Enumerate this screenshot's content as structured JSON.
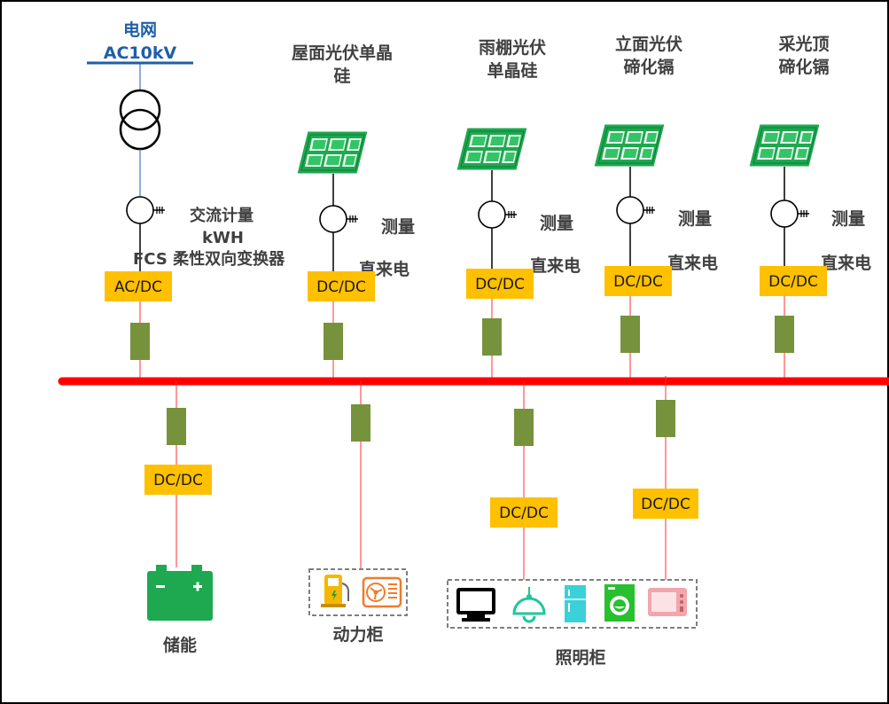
{
  "grid": {
    "title": "电网",
    "voltage": "AC10kV"
  },
  "sources": [
    {
      "name_line1": "屋面光伏单晶",
      "name_line2": "硅",
      "meter": "测量",
      "dc": "直来电",
      "converter": "DC/DC"
    },
    {
      "name_line1": "雨棚光伏",
      "name_line2": "单晶硅",
      "meter": "测量",
      "dc": "直来电",
      "converter": "DC/DC"
    },
    {
      "name_line1": "立面光伏",
      "name_line2": "碲化镉",
      "meter": "测量",
      "dc": "直来电",
      "converter": "DC/DC"
    },
    {
      "name_line1": "采光顶",
      "name_line2": "碲化镉",
      "meter": "测量",
      "dc": "直来电",
      "converter": "DC/DC"
    }
  ],
  "grid_branch": {
    "meter_line1": "交流计量",
    "meter_line2": "kWH",
    "fcs": "FCS 柔性双向变换器",
    "converter": "AC/DC"
  },
  "loads": {
    "storage": {
      "converter": "DC/DC",
      "label": "储能"
    },
    "power": {
      "label": "动力柜"
    },
    "lighting": {
      "converter1": "DC/DC",
      "converter2": "DC/DC",
      "label": "照明柜"
    }
  },
  "colors": {
    "bus": "#ff0000",
    "converter_box": "#ffc000",
    "breaker": "#76923c",
    "pv": "#1ea84f",
    "battery": "#1ea84f",
    "grid_text": "#1f5fa8"
  }
}
